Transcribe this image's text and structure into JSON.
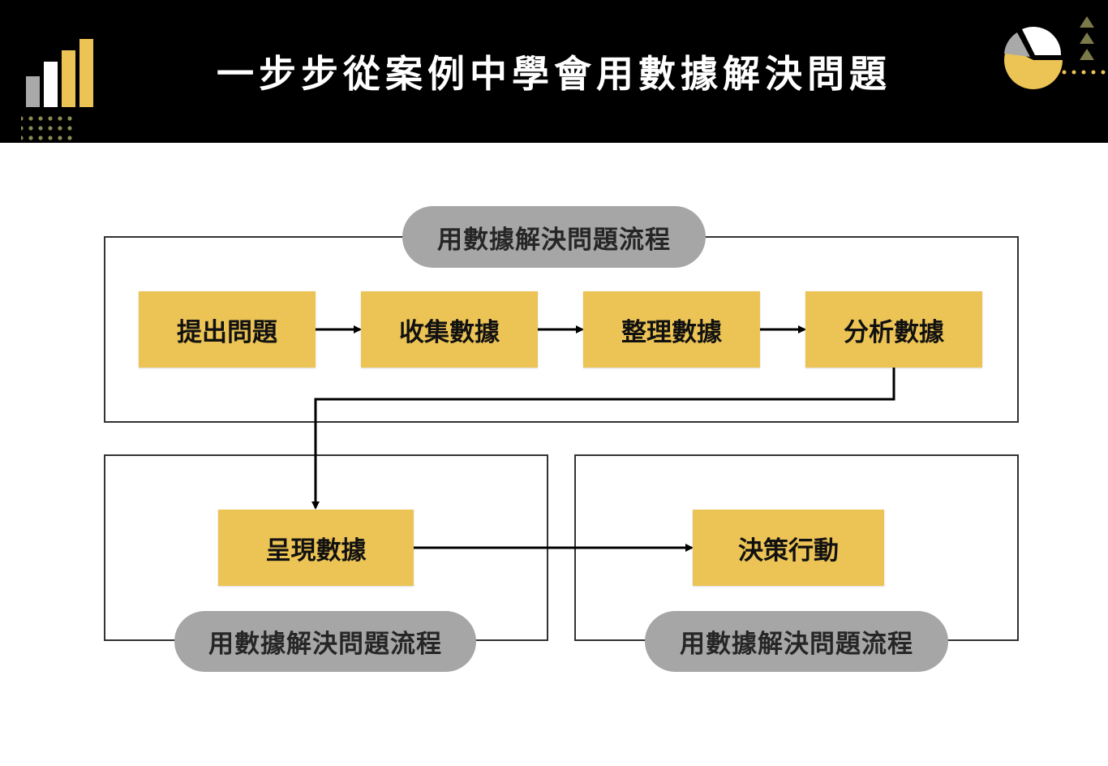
{
  "header": {
    "title": "一步步從案例中學會用數據解決問題"
  },
  "groups": [
    {
      "label": "用數據解決問題流程"
    },
    {
      "label": "用數據解決問題流程"
    },
    {
      "label": "用數據解決問題流程"
    }
  ],
  "steps": {
    "s1": "提出問題",
    "s2": "收集數據",
    "s3": "整理數據",
    "s4": "分析數據",
    "s5": "呈現數據",
    "s6": "決策行動"
  },
  "colors": {
    "header_bg": "#000000",
    "step_fill": "#ecc355",
    "pill_fill": "#a6a6a6",
    "border": "#333333",
    "accent_gold": "#e9c25a",
    "accent_olive": "#7a7a4a"
  },
  "icons": [
    "bar-chart-icon",
    "pie-chart-icon",
    "triangle-stack-icon",
    "dot-grid-icon"
  ]
}
